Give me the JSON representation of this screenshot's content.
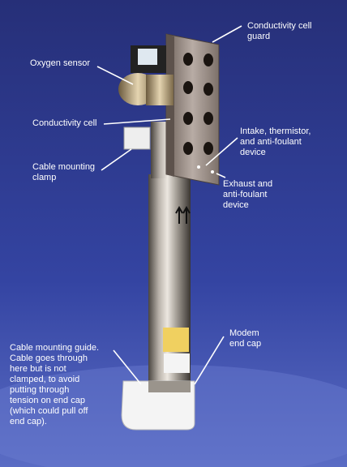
{
  "labels": {
    "conductivity_cell_guard": "Conductivity cell\nguard",
    "oxygen_sensor": "Oxygen sensor",
    "conductivity_cell": "Conductivity cell",
    "cable_mounting_clamp": "Cable mounting\nclamp",
    "intake_device": "Intake, thermistor,\nand anti-foulant\ndevice",
    "exhaust_device": "Exhaust and\nanti-foulant\ndevice",
    "modem_end_cap": "Modem\nend cap",
    "cable_guide": "Cable mounting guide.\nCable goes through\nhere but is not\nclamped, to avoid\nputting through\ntension on end cap\n(which could pull off\nend cap)."
  }
}
